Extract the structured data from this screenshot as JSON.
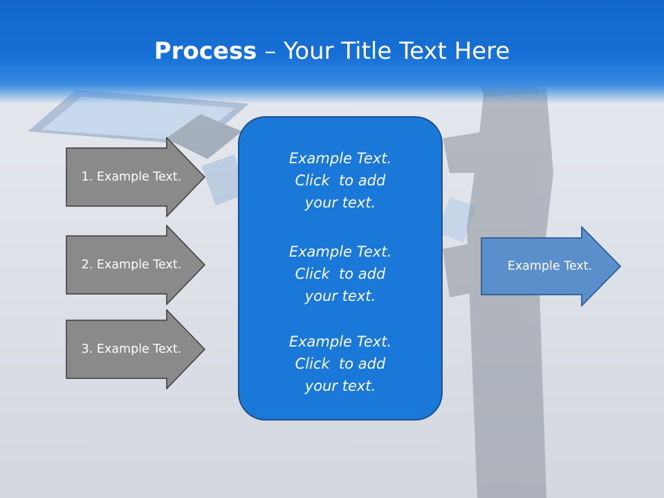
{
  "slide": {
    "title_bold": "Process",
    "title_rest": " – Your Title Text Here"
  },
  "inputs": [
    {
      "label": "1. Example Text."
    },
    {
      "label": "2. Example Text."
    },
    {
      "label": "3. Example Text."
    }
  ],
  "center_blocks": [
    {
      "lines": [
        "Example Text.",
        "Click  to add",
        "your text."
      ]
    },
    {
      "lines": [
        "Example Text.",
        "Click  to add",
        "your text."
      ]
    },
    {
      "lines": [
        "Example Text.",
        "Click  to add",
        "your text."
      ]
    }
  ],
  "output": {
    "label": "Example Text."
  },
  "colors": {
    "header": "#1467c9",
    "input_arrow": "#8a8a8a",
    "center_box": "#1a78d8",
    "output_arrow": "#5a8fcc"
  }
}
